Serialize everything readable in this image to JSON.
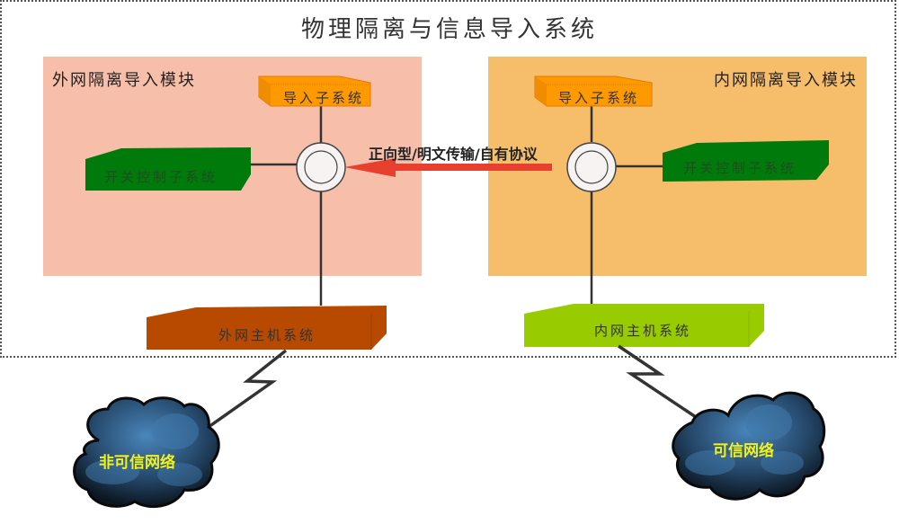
{
  "title": "物理隔离与信息导入系统",
  "modules": {
    "outer": {
      "label": "外网隔离导入模块",
      "import_subsystem": "导入子系统",
      "switch_subsystem": "开关控制子系统",
      "host": "外网主机系统",
      "color": "#f7bfaa"
    },
    "inner": {
      "label": "内网隔离导入模块",
      "import_subsystem": "导入子系统",
      "switch_subsystem": "开关控制子系统",
      "host": "内网主机系统",
      "color": "#f6bd6b"
    }
  },
  "arrow": {
    "label": "正向型/明文传输/自有协议",
    "direction": "inner-to-outer",
    "color": "#e8402f"
  },
  "networks": {
    "untrusted": "非可信网络",
    "trusted": "可信网络"
  },
  "colors": {
    "import_box": "#ff9900",
    "switch_box": "#007a0a",
    "outer_host": "#b84a00",
    "inner_host": "#99cc00",
    "cloud_text": "#f2f21a"
  }
}
